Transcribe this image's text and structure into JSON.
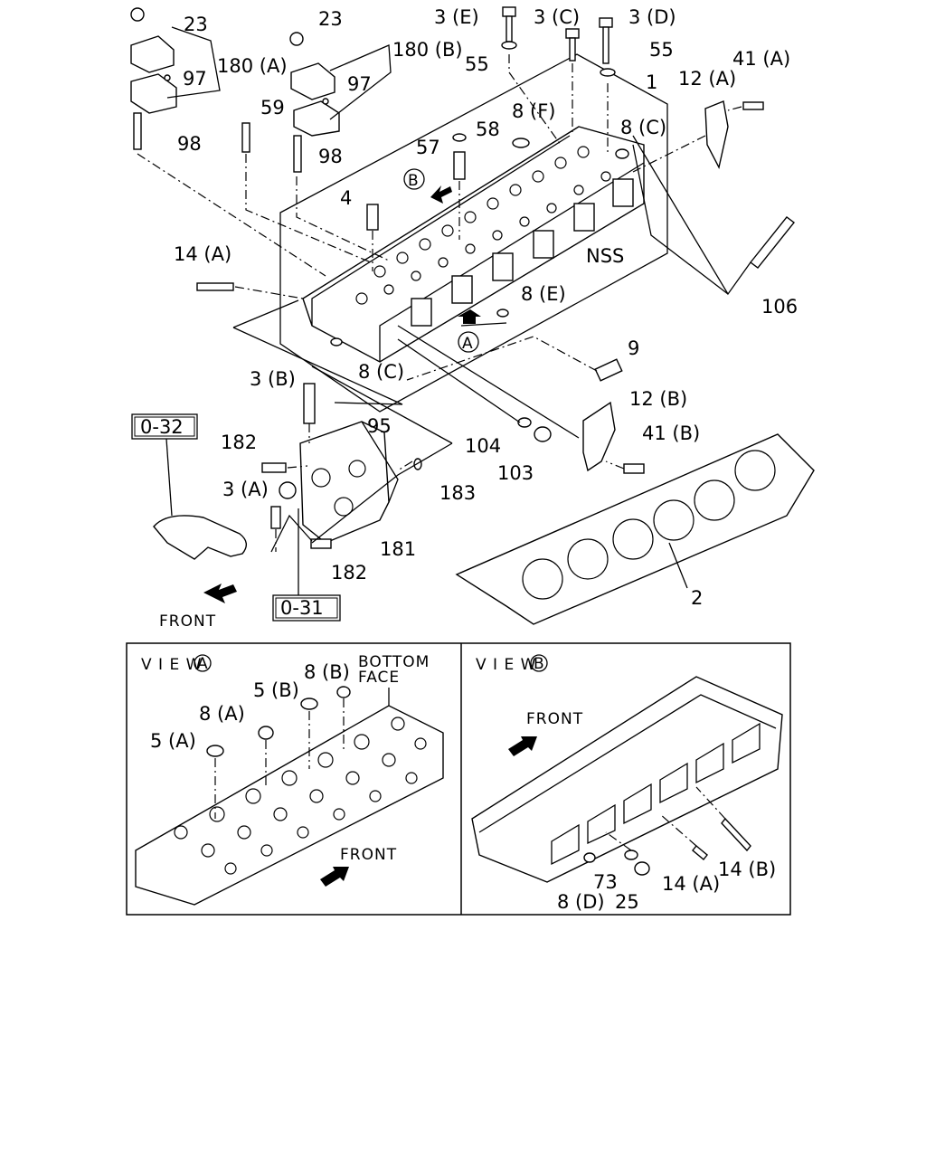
{
  "callouts": [
    {
      "id": "c23a",
      "text": "23"
    },
    {
      "id": "c23b",
      "text": "23"
    },
    {
      "id": "c97a",
      "text": "97"
    },
    {
      "id": "c97b",
      "text": "97"
    },
    {
      "id": "c180a",
      "text": "180 (A)"
    },
    {
      "id": "c180b",
      "text": "180 (B)"
    },
    {
      "id": "c98a",
      "text": "98"
    },
    {
      "id": "c98b",
      "text": "98"
    },
    {
      "id": "c59",
      "text": "59"
    },
    {
      "id": "c3e",
      "text": "3 (E)"
    },
    {
      "id": "c3c",
      "text": "3 (C)"
    },
    {
      "id": "c3d",
      "text": "3 (D)"
    },
    {
      "id": "c55a",
      "text": "55"
    },
    {
      "id": "c55b",
      "text": "55"
    },
    {
      "id": "c1",
      "text": "1"
    },
    {
      "id": "c12a",
      "text": "12 (A)"
    },
    {
      "id": "c41a",
      "text": "41 (A)"
    },
    {
      "id": "c58",
      "text": "58"
    },
    {
      "id": "c8f",
      "text": "8 (F)"
    },
    {
      "id": "c8c1",
      "text": "8 (C)"
    },
    {
      "id": "c57",
      "text": "57"
    },
    {
      "id": "cB1",
      "text": "B"
    },
    {
      "id": "c4",
      "text": "4"
    },
    {
      "id": "cnss",
      "text": "NSS"
    },
    {
      "id": "c14a",
      "text": "14 (A)"
    },
    {
      "id": "c106",
      "text": "106"
    },
    {
      "id": "c8e",
      "text": "8 (E)"
    },
    {
      "id": "cA1",
      "text": "A"
    },
    {
      "id": "c9",
      "text": "9"
    },
    {
      "id": "c8c2",
      "text": "8 (C)"
    },
    {
      "id": "c3b",
      "text": "3 (B)"
    },
    {
      "id": "c12b",
      "text": "12 (B)"
    },
    {
      "id": "c95",
      "text": "95"
    },
    {
      "id": "c104",
      "text": "104"
    },
    {
      "id": "c103",
      "text": "103"
    },
    {
      "id": "c41b",
      "text": "41 (B)"
    },
    {
      "id": "c182a",
      "text": "182"
    },
    {
      "id": "c183",
      "text": "183"
    },
    {
      "id": "c3a",
      "text": "3 (A)"
    },
    {
      "id": "c181",
      "text": "181"
    },
    {
      "id": "c182b",
      "text": "182"
    },
    {
      "id": "c2",
      "text": "2"
    },
    {
      "id": "cfront1",
      "text": "FRONT"
    }
  ],
  "ref_boxes": [
    {
      "id": "r032",
      "text": "0-32"
    },
    {
      "id": "r031",
      "text": "0-31"
    }
  ],
  "view_a": {
    "title": "V I E W",
    "letter": "A",
    "bottom_face": "BOTTOM",
    "bottom_face2": "FACE",
    "front": "FRONT",
    "labels": [
      "8 (B)",
      "5 (B)",
      "8 (A)",
      "5 (A)"
    ]
  },
  "view_b": {
    "title": "V I E W",
    "letter": "B",
    "front": "FRONT",
    "labels": [
      "73",
      "8 (D)",
      "25",
      "14 (A)",
      "14 (B)"
    ]
  }
}
